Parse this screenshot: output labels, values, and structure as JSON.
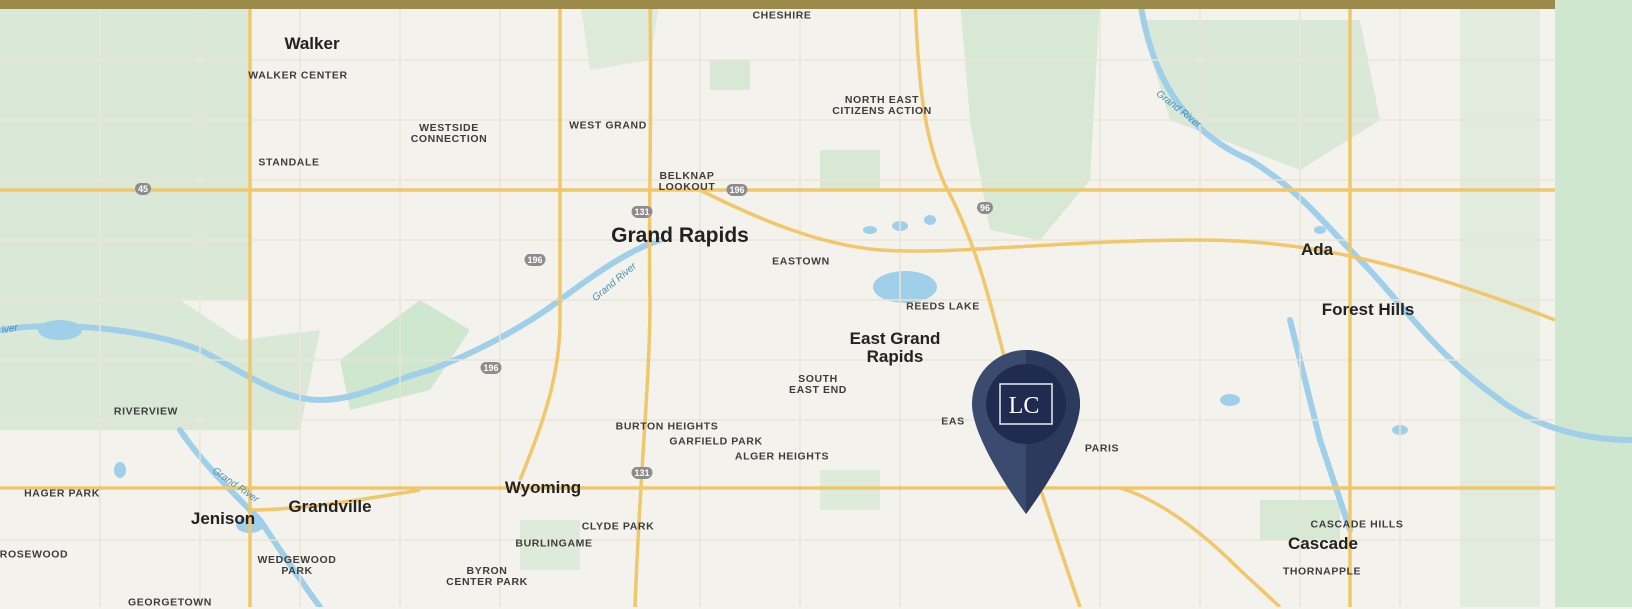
{
  "map": {
    "colors": {
      "land": "#f4f2ec",
      "park": "#cfe6cf",
      "water": "#9fcfe9",
      "road": "#f0c76b",
      "header_bar": "#9c8a4b",
      "pin_body": "#3b4b70",
      "pin_inner": "#1f2c4f"
    },
    "cities": [
      {
        "id": "walker",
        "name": "Walker",
        "size": "normal"
      },
      {
        "id": "grand-rapids",
        "name": "Grand Rapids",
        "size": "big"
      },
      {
        "id": "ada",
        "name": "Ada",
        "size": "normal"
      },
      {
        "id": "forest-hills",
        "name": "Forest Hills",
        "size": "normal"
      },
      {
        "id": "east-grand-rapids",
        "name": "East Grand\nRapids",
        "size": "normal"
      },
      {
        "id": "wyoming",
        "name": "Wyoming",
        "size": "normal"
      },
      {
        "id": "grandville",
        "name": "Grandville",
        "size": "normal"
      },
      {
        "id": "jenison",
        "name": "Jenison",
        "size": "normal"
      },
      {
        "id": "cascade",
        "name": "Cascade",
        "size": "normal"
      }
    ],
    "neighborhoods": [
      {
        "id": "cheshire",
        "name": "CHESHIRE"
      },
      {
        "id": "walker-center",
        "name": "WALKER CENTER"
      },
      {
        "id": "north-east-citizens-action",
        "name": "NORTH EAST\nCITIZENS ACTION"
      },
      {
        "id": "westside-connection",
        "name": "WESTSIDE\nCONNECTION"
      },
      {
        "id": "west-grand",
        "name": "WEST GRAND"
      },
      {
        "id": "standale",
        "name": "STANDALE"
      },
      {
        "id": "belknap-lookout",
        "name": "BELKNAP\nLOOKOUT"
      },
      {
        "id": "eastown",
        "name": "EASTOWN"
      },
      {
        "id": "reeds-lake",
        "name": "REEDS LAKE"
      },
      {
        "id": "south-east-end",
        "name": "SOUTH\nEAST END"
      },
      {
        "id": "riverview",
        "name": "RIVERVIEW"
      },
      {
        "id": "burton-heights",
        "name": "BURTON HEIGHTS"
      },
      {
        "id": "garfield-park",
        "name": "GARFIELD PARK"
      },
      {
        "id": "alger-heights",
        "name": "ALGER HEIGHTS"
      },
      {
        "id": "eas-partial",
        "name": "EAS"
      },
      {
        "id": "paris-partial",
        "name": "PARIS"
      },
      {
        "id": "hager-park",
        "name": "HAGER PARK"
      },
      {
        "id": "clyde-park",
        "name": "CLYDE PARK"
      },
      {
        "id": "burlingame",
        "name": "BURLINGAME"
      },
      {
        "id": "cascade-hills",
        "name": "CASCADE HILLS"
      },
      {
        "id": "thornapple",
        "name": "THORNAPPLE"
      },
      {
        "id": "rosewood",
        "name": "ROSEWOOD"
      },
      {
        "id": "wedgewood-park",
        "name": "WEDGEWOOD\nPARK"
      },
      {
        "id": "byron-center-park",
        "name": "BYRON\nCENTER PARK"
      },
      {
        "id": "georgetown",
        "name": "GEORGETOWN"
      }
    ],
    "rivers": [
      {
        "id": "grand-river-ne",
        "name": "Grand River"
      },
      {
        "id": "grand-river-center",
        "name": "Grand River"
      },
      {
        "id": "grand-river-sw",
        "name": "Grand River"
      },
      {
        "id": "river-w",
        "name": "iver"
      }
    ],
    "shields": [
      {
        "id": "hwy-45",
        "label": "45"
      },
      {
        "id": "hwy-131-north",
        "label": "131"
      },
      {
        "id": "hwy-196-east",
        "label": "196"
      },
      {
        "id": "hwy-196-west",
        "label": "196"
      },
      {
        "id": "hwy-196-south",
        "label": "196"
      },
      {
        "id": "hwy-96",
        "label": "96"
      },
      {
        "id": "hwy-131-south",
        "label": "131"
      }
    ],
    "pin": {
      "logo_text": "LC",
      "icon": "map-pin-icon"
    }
  }
}
